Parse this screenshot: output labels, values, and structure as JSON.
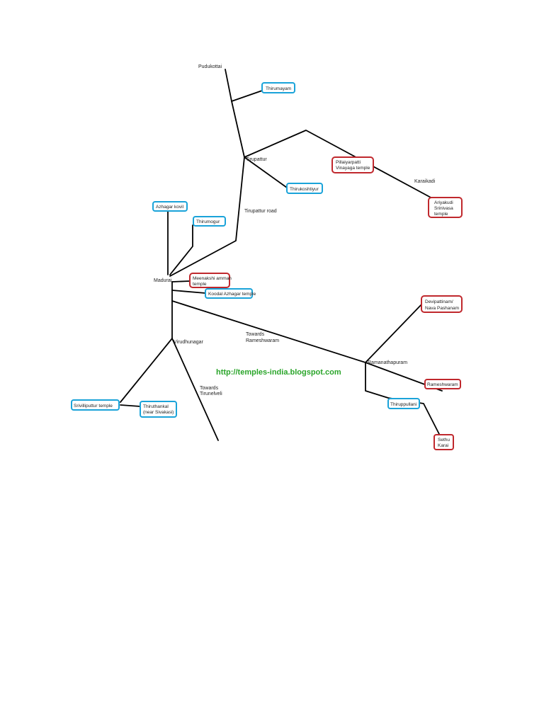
{
  "map": {
    "places": {
      "pudukottai": "Pudukottai",
      "tirupattur": "Tirupattur",
      "tirupattur_road": "Tirupattur road",
      "karaikadi": "Karaikadi",
      "madurai": "Madurai",
      "virudhunagar": "Virudhunagar",
      "towards_tirunelveli_1": "Towards",
      "towards_tirunelveli_2": "Tirunelveli",
      "towards_rameshwaram_1": "Towards",
      "towards_rameshwaram_2": "Rameshwaram",
      "ramanathapuram": "Ramanathapuram"
    },
    "blue_temples": {
      "thirumayam": "Thirumayam",
      "thirukoshtiyur": "Thirukoshtiyur",
      "azhagar_kovil": "Azhagar kovil",
      "thirumogur": "Thirumogur",
      "koodal_azhagar": "Koodal Azhagar temple",
      "srivilliputtur": "Srivilliputtur temple",
      "thiruthankal_1": "Thiruthankal",
      "thiruthankal_2": "(near Sivakasi)",
      "thiruppullani": "Thiruppullani"
    },
    "red_temples": {
      "pillaiyarpatti_1": "Pillaiyarpatti",
      "pillaiyarpatti_2": "Vinayaga temple",
      "ariyakudi_1": "Ariyakudi",
      "ariyakudi_2": "Srinivasa",
      "ariyakudi_3": "temple",
      "meenakshi_1": "Meenakshi amman",
      "meenakshi_2": "temple",
      "devipattinam_1": "Devipattinam/",
      "devipattinam_2": "Nava Pashanam",
      "rameshwaram": "Rameshwaram",
      "sethu_1": "Sethu",
      "sethu_2": "Karai"
    },
    "url": "http://temples-india.blogspot.com",
    "colors": {
      "blue_box": "#1aa3d9",
      "red_box": "#c0282d",
      "url_text": "#2aa52a"
    }
  }
}
